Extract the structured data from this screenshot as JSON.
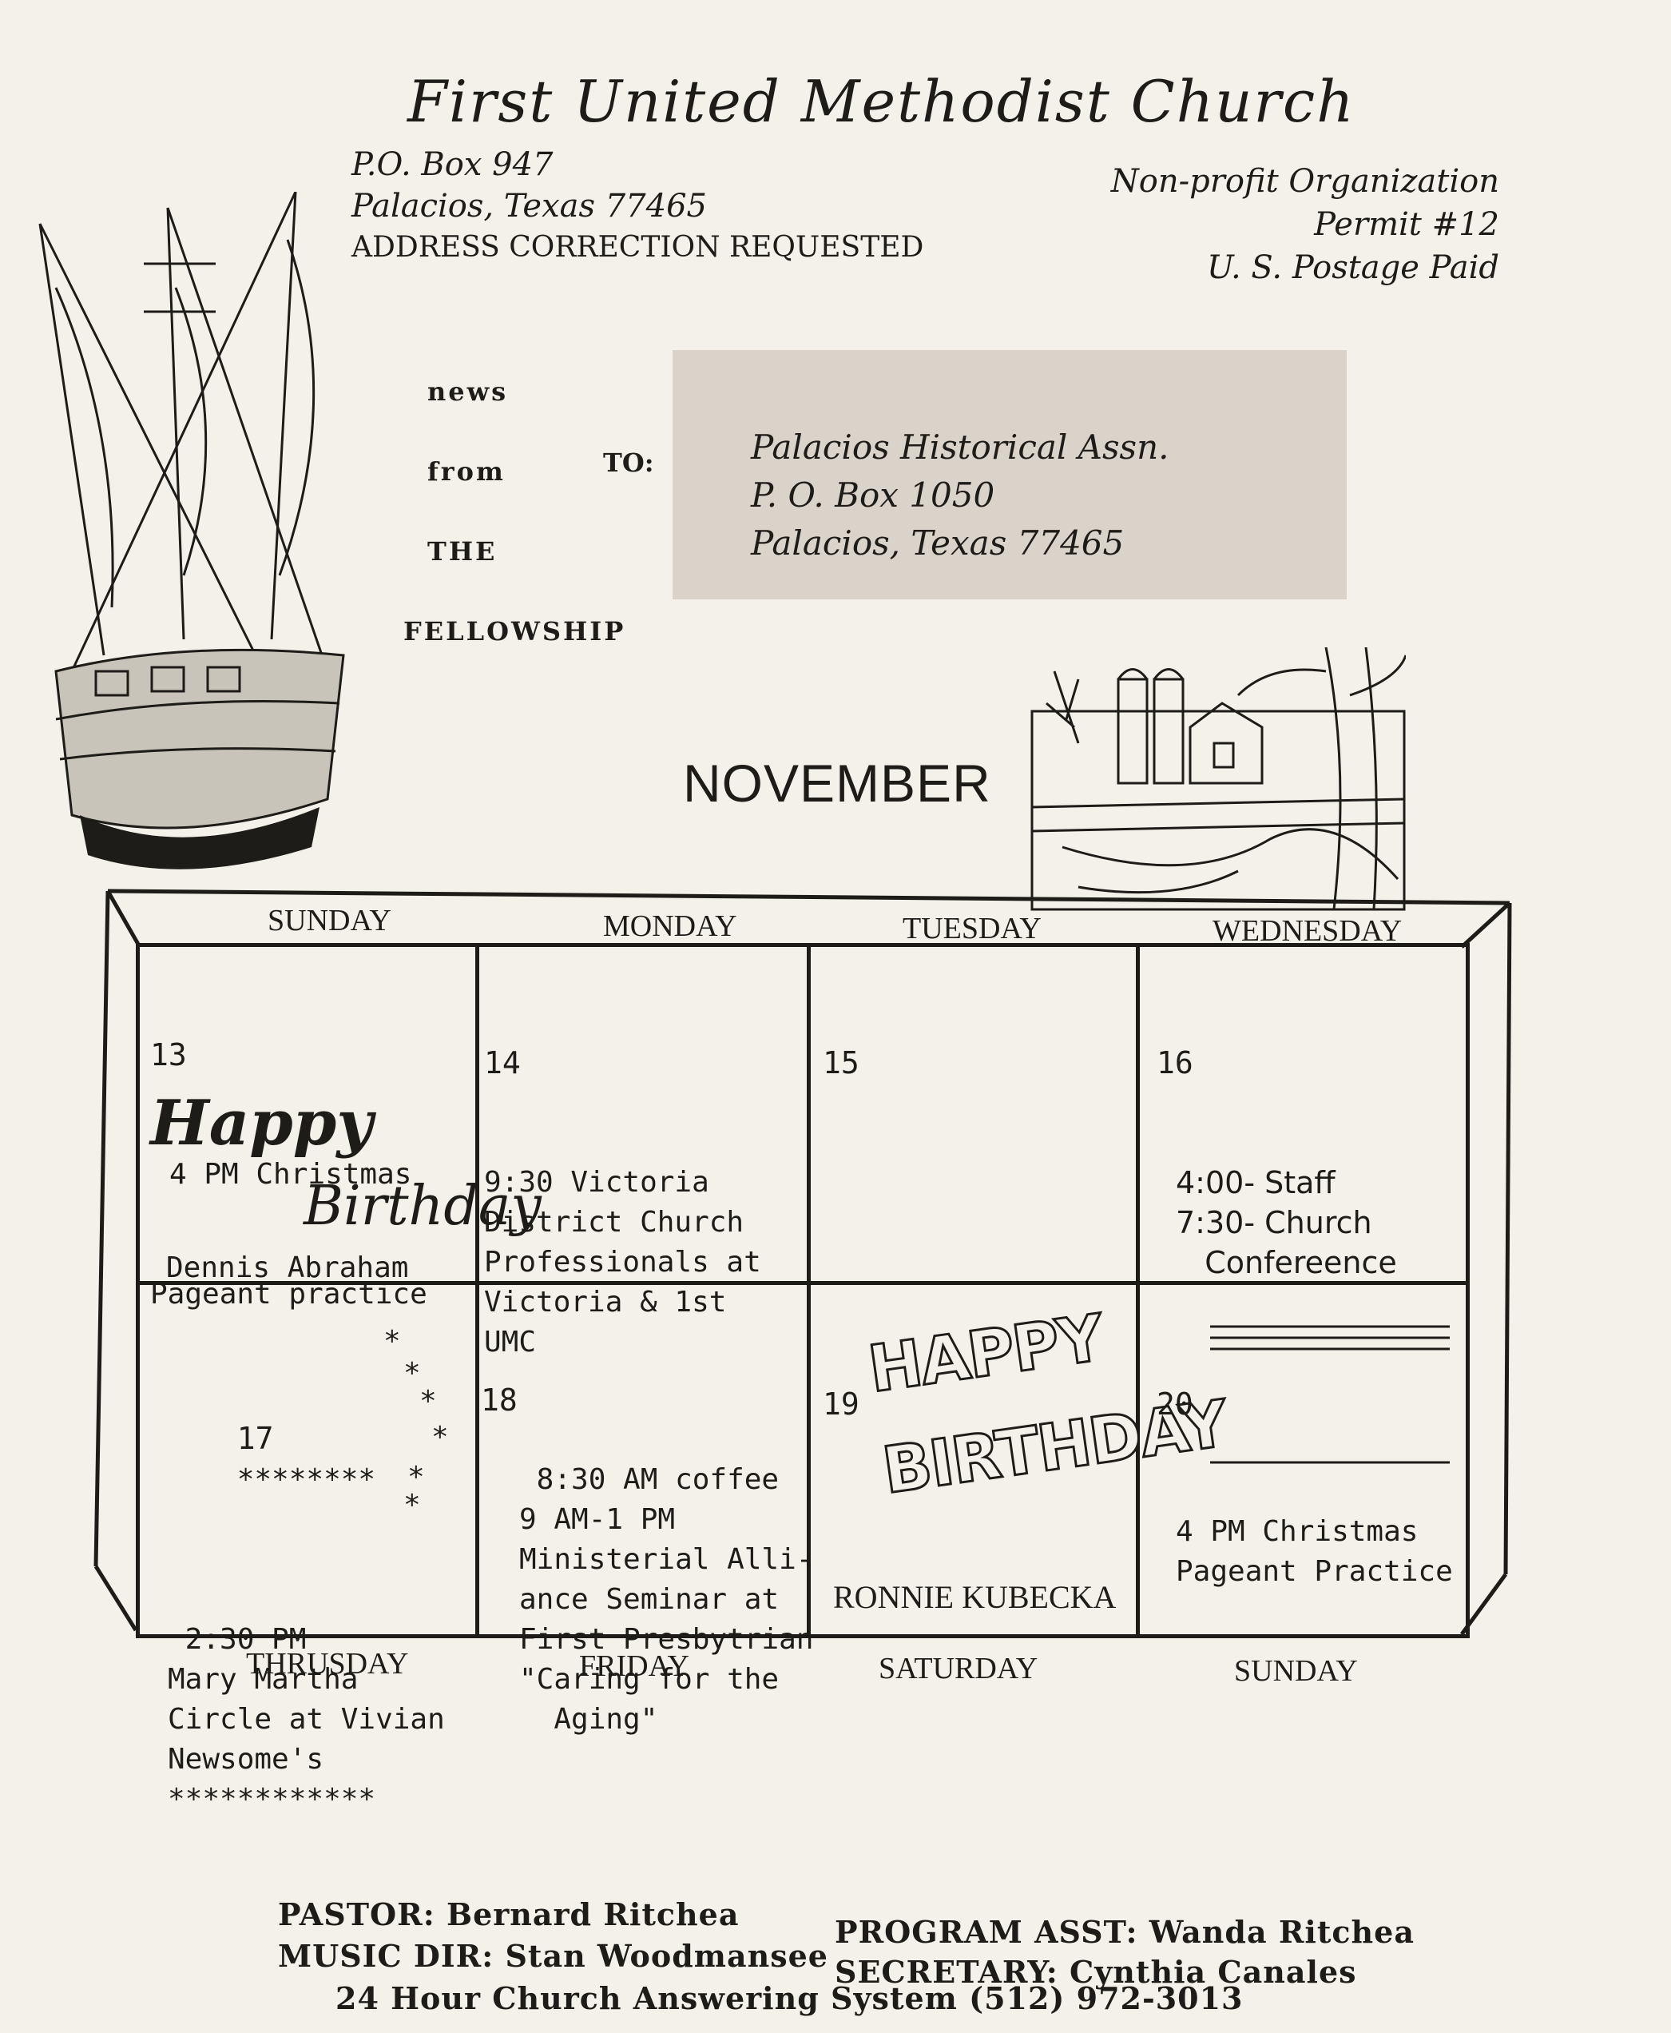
{
  "header": {
    "title": "First United Methodist Church",
    "return_address": [
      "P.O. Box 947",
      "Palacios, Texas 77465",
      "ADDRESS CORRECTION REQUESTED"
    ],
    "postage": [
      "Non-profit Organization",
      "Permit #12",
      "U. S. Postage Paid"
    ],
    "news_from": [
      "news",
      "from",
      "THE",
      "FELLOWSHIP"
    ],
    "to_label": "TO:",
    "recipient": [
      "Palacios Historical Assn.",
      "P. O. Box 1050",
      "Palacios, Texas     77465"
    ]
  },
  "calendar": {
    "month": "NOVEMBER",
    "top_days": [
      "SUNDAY",
      "MONDAY",
      "TUESDAY",
      "WEDNESDAY"
    ],
    "bottom_days": [
      "THRUSDAY",
      "FRIDAY",
      "SATURDAY",
      "SUNDAY"
    ],
    "cells": {
      "d13": {
        "num": "13",
        "lines": [
          "4 PM Christmas",
          "Pageant practice"
        ],
        "bday1": "Happy",
        "bday2": "Birthday",
        "name": "Dennis Abraham"
      },
      "d14": {
        "num": "14",
        "text": "9:30 Victoria\nDistrict Church\nProfessionals at\nVictoria & 1st\nUMC"
      },
      "d15": {
        "num": "15"
      },
      "d16": {
        "num": "16",
        "text": "4:00- Staff\n7:30- Church\n   Confereence"
      },
      "d17": {
        "num": "17",
        "stars": "********",
        "text": " 2:30 PM\nMary Martha\nCircle at Vivian\nNewsome's\n************"
      },
      "d18": {
        "num": "18",
        "text": " 8:30 AM coffee\n9 AM-1 PM\nMinisterial Alli-\nance Seminar at\nFirst Presbytrian\n\"Caring for the\n  Aging\""
      },
      "d19": {
        "num": "19",
        "bday1": "HAPPY",
        "bday2": "BIRTHDAY",
        "name": "RONNIE KUBECKA"
      },
      "d20": {
        "num": "20",
        "text": "4 PM Christmas\nPageant Practice"
      }
    }
  },
  "footer": {
    "pastor": "PASTOR: Bernard Ritchea",
    "program": "PROGRAM ASST: Wanda Ritchea",
    "music": "MUSIC DIR: Stan Woodmansee",
    "secretary": "SECRETARY: Cynthia Canales",
    "answering": "24 Hour Church Answering System (512) 972-3013"
  }
}
